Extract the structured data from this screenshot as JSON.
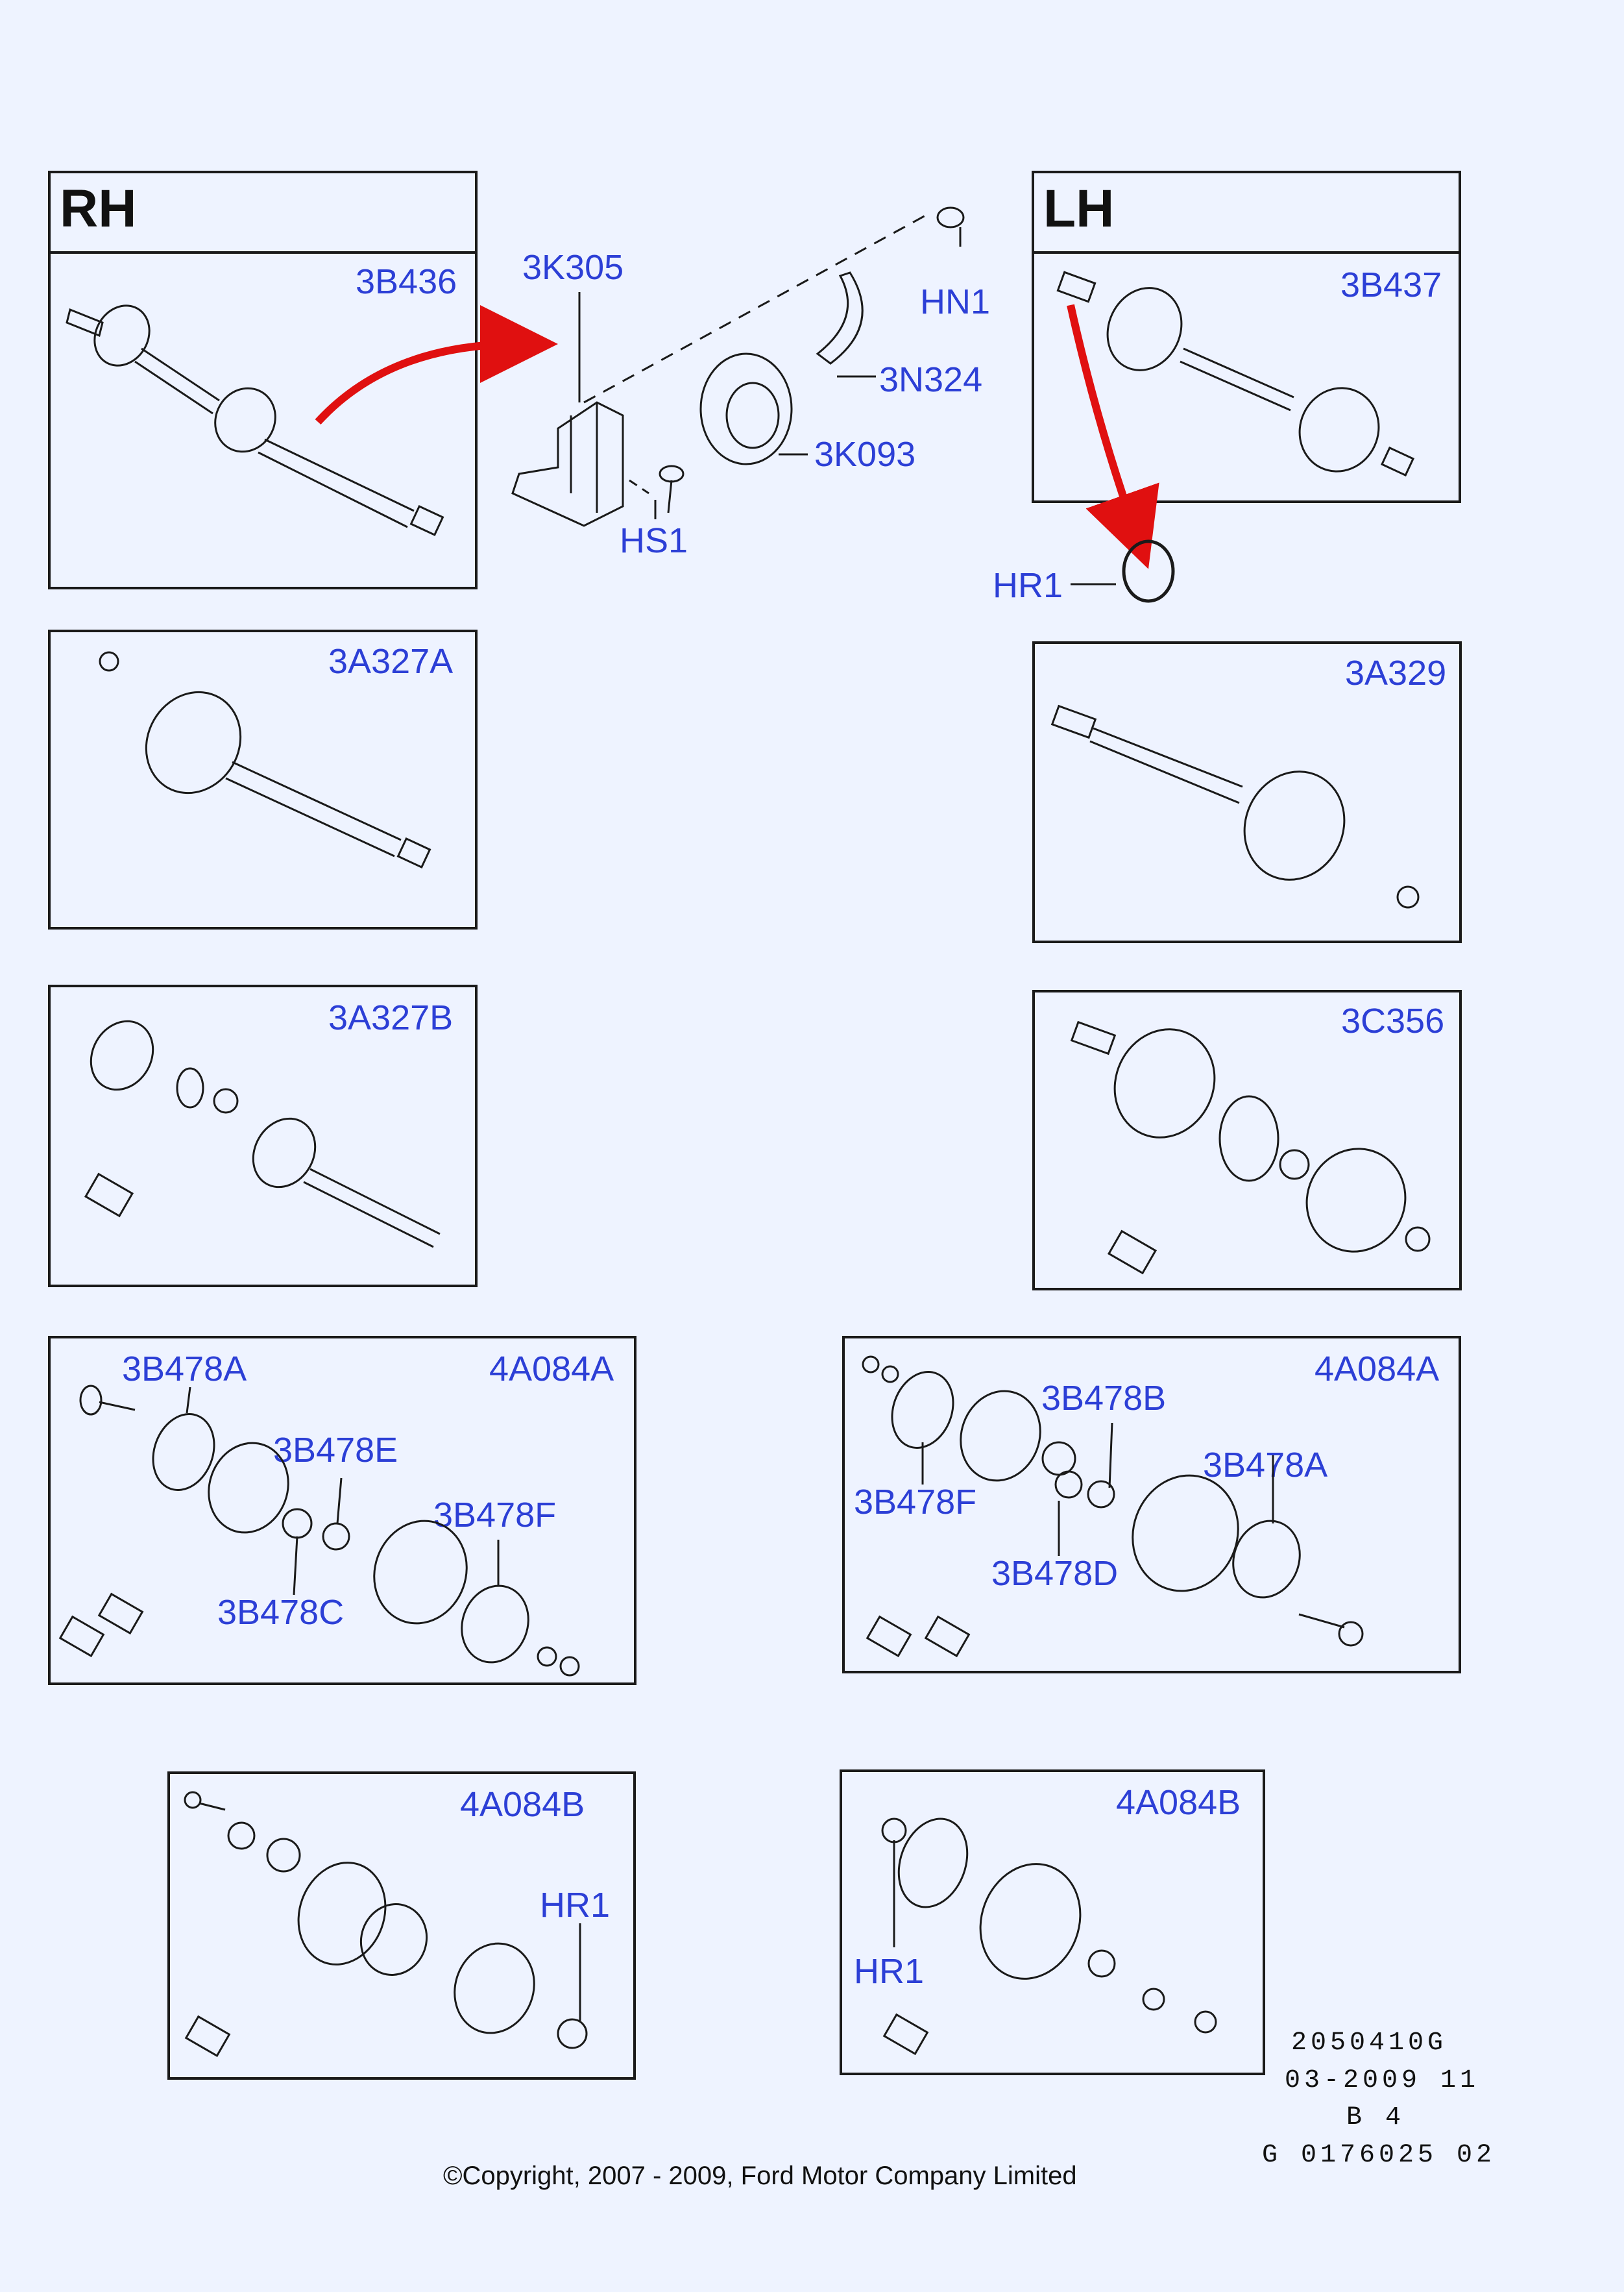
{
  "rh_panel": {
    "side": "RH",
    "part": "3B436"
  },
  "lh_panel": {
    "side": "LH",
    "part": "3B437"
  },
  "center_labels": {
    "bracket": "3K305",
    "nut": "HN1",
    "strap": "3N324",
    "bearing": "3K093",
    "bolt": "HS1",
    "ring": "HR1"
  },
  "panel_3a327a": {
    "part": "3A327A"
  },
  "panel_3a329": {
    "part": "3A329"
  },
  "panel_3a327b": {
    "part": "3A327B"
  },
  "panel_3c356": {
    "part": "3C356"
  },
  "kit_rh": {
    "part": "4A084A",
    "labels": {
      "a": "3B478A",
      "e": "3B478E",
      "f": "3B478F",
      "c": "3B478C"
    }
  },
  "kit_lh": {
    "part": "4A084A",
    "labels": {
      "b": "3B478B",
      "a": "3B478A",
      "f": "3B478F",
      "d": "3B478D"
    }
  },
  "boot_rh": {
    "part": "4A084B",
    "ring": "HR1"
  },
  "boot_lh": {
    "part": "4A084B",
    "ring": "HR1"
  },
  "footer": {
    "ref": "2050410G",
    "date": "03-2009 11",
    "grid": "B 4",
    "code": "G 0176025 02",
    "copyright": "©Copyright, 2007 - 2009, Ford Motor Company Limited"
  },
  "colors": {
    "label": "#2c3fd6",
    "arrow": "#e01010",
    "line": "#1a1a1a",
    "background": "#eef3ff"
  }
}
